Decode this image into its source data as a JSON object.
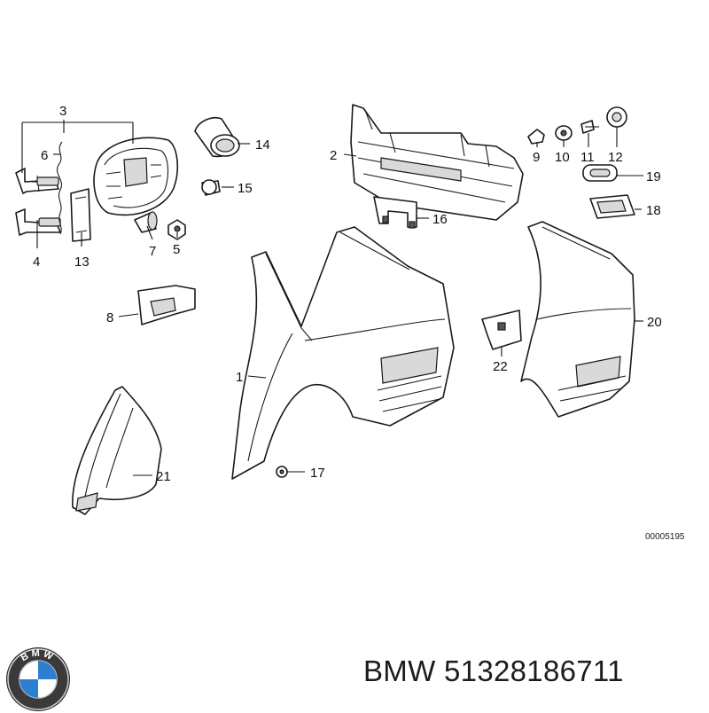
{
  "diagram": {
    "callouts": [
      "1",
      "2",
      "3",
      "4",
      "5",
      "6",
      "7",
      "8",
      "9",
      "10",
      "11",
      "12",
      "13",
      "14",
      "15",
      "16",
      "17",
      "18",
      "19",
      "20",
      "21",
      "22"
    ],
    "reference_code": "00005195"
  },
  "footer": {
    "logo_text": "BMW",
    "brand_name": "BMW",
    "part_number": "51328186711"
  }
}
